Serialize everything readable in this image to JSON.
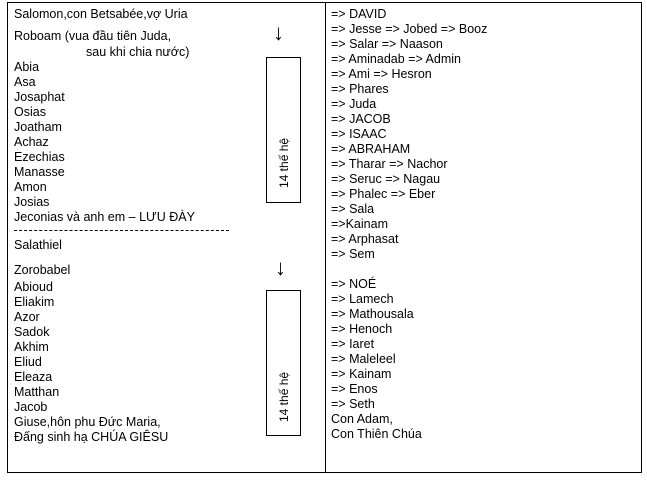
{
  "left_column": {
    "first_line": "Salomon,con Betsabée,vợ Uria",
    "roboam_line1": "Roboam (vua đầu tiên Juda,",
    "roboam_line2": "sau khi chia nước)",
    "kings": [
      "Abia",
      "Asa",
      "Josaphat",
      "Osias",
      "Joatham",
      "Achaz",
      "Ezechias",
      "Manasse",
      "Amon",
      "Josias",
      "Jeconias và anh em – LƯU ĐÀY"
    ],
    "separator": "------------------------------------------------",
    "salathiel": "Salathiel",
    "after_exile": [
      "Zorobabel",
      "Abioud",
      "Eliakim",
      "Azor",
      "Sadok",
      "Akhim",
      "Eliud",
      "Eleaza",
      "Matthan",
      "Jacob",
      "Giuse,hôn phu Đức Maria,",
      "Đấng sinh hạ CHÚA GIÊSU"
    ]
  },
  "markers": {
    "arrow_symbol": "↓",
    "generations_label": "14 thế hệ"
  },
  "right_column": {
    "group1": [
      "=> DAVID",
      "=> Jesse => Jobed => Booz",
      "=> Salar => Naason",
      "=> Aminadab => Admin",
      "=> Ami => Hesron",
      "=> Phares",
      "=> Juda",
      "=> JACOB",
      "=> ISAAC",
      "=> ABRAHAM",
      "=> Tharar => Nachor",
      "=> Seruc => Nagau",
      "=> Phalec => Eber",
      "=> Sala",
      "=>Kainam",
      "=> Arphasat",
      "=> Sem"
    ],
    "group2": [
      "=> NOÉ",
      "=> Lamech",
      "=> Mathousala",
      "=> Henoch",
      "=> Iaret",
      "=> Maleleel",
      "=> Kainam",
      "=> Enos",
      "=> Seth",
      "Con Adam,",
      "Con Thiên Chúa"
    ]
  }
}
